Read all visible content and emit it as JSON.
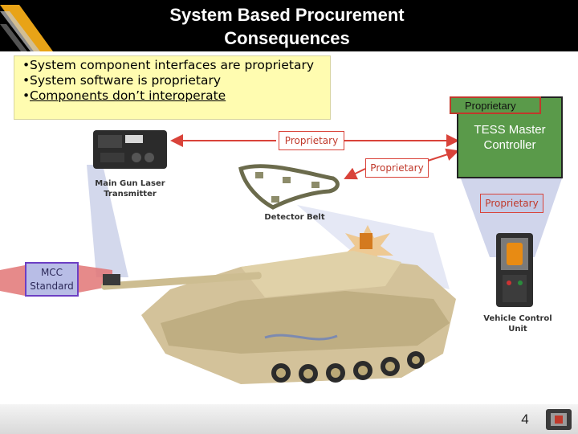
{
  "slide": {
    "title_line1": "System Based Procurement",
    "title_line2": "Consequences",
    "bullets": [
      "System component interfaces are proprietary",
      "System software is proprietary",
      "Components don’t interoperate"
    ],
    "labels": {
      "proprietary": "Proprietary",
      "tess_controller_line1": "TESS Master",
      "tess_controller_line2": "Controller",
      "mcc_line1": "MCC",
      "mcc_line2": "Standard"
    },
    "captions": {
      "laser_line1": "Main Gun Laser",
      "laser_line2": "Transmitter",
      "detector": "Detector Belt",
      "vcu": "Vehicle Control Unit"
    },
    "page_number": "4"
  },
  "colors": {
    "header_bg": "#000000",
    "accent_gold": "#e8a317",
    "bullet_box": "#fffcb0",
    "proprietary_red": "#c0392b",
    "tess_green": "#5a9a4a",
    "mcc_fill": "#b8bde6",
    "mcc_border": "#6c3fc4",
    "beam_blue": "#c4cbe6"
  },
  "icons": {
    "header": "gold-chevron-icon",
    "laser": "laser-transmitter-icon",
    "belt": "detector-belt-icon",
    "tank": "tank-icon",
    "vcu": "vehicle-control-unit-icon",
    "logo": "organization-logo-icon"
  }
}
